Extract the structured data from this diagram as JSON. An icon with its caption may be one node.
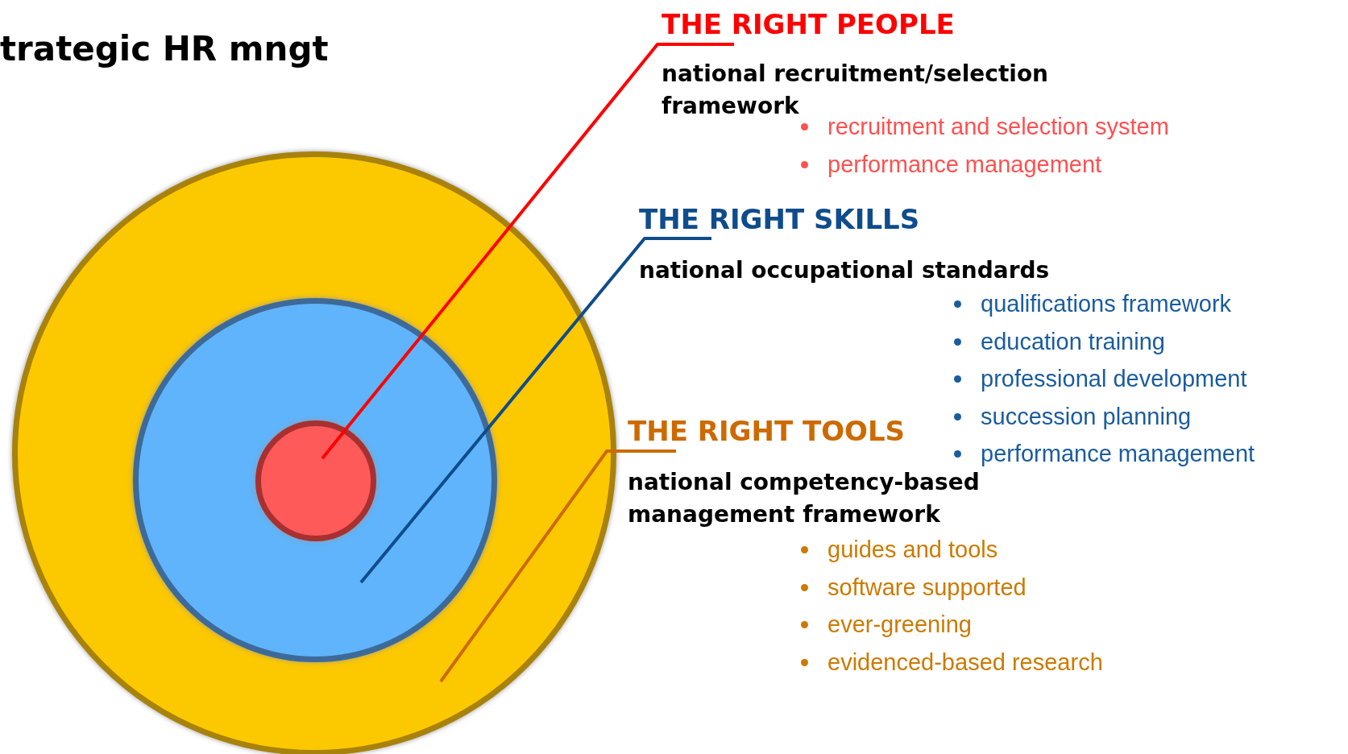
{
  "diagram": {
    "title": "trategic HR mngt",
    "nodes": [
      {
        "text": [],
        "shape": "circle"
      },
      {
        "text": [],
        "shape": "circle",
        "in": 0
      },
      {
        "text": [],
        "shape": "circle",
        "in": 1
      },
      {
        "text": [
          "THE RIGHT PEOPLE",
          "national recruitment/selection framework",
          "recruitment and selection system",
          "performance management"
        ]
      },
      {
        "text": [
          "THE RIGHT SKILLS",
          "national occupational standards",
          "qualifications framework",
          "education training",
          "professional development",
          "succession planning",
          "performance management"
        ]
      },
      {
        "text": [
          "THE RIGHT TOOLS",
          "national competency-based management framework",
          "guides and tools",
          "software supported",
          "ever-greening",
          "evidenced-based research"
        ]
      }
    ],
    "edges": [
      {
        "from": 3,
        "to": 2,
        "arrow": "none",
        "color": "#ff0000"
      },
      {
        "from": 4,
        "to": 1,
        "arrow": "none",
        "color": "#0f4c8c"
      },
      {
        "from": 5,
        "to": 0,
        "arrow": "none",
        "color": "#cc6a00"
      }
    ]
  }
}
